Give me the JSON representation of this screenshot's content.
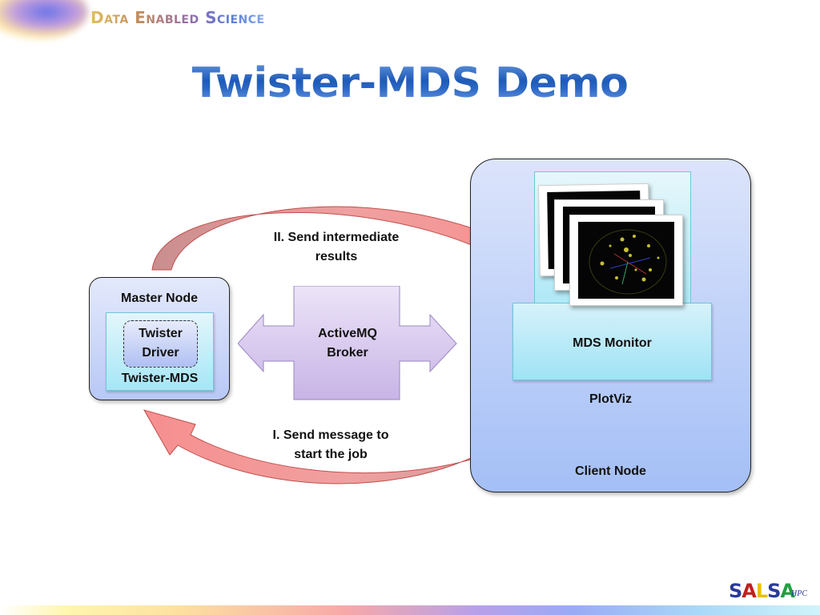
{
  "header": {
    "brand": "Data Enabled Science",
    "title": "Twister-MDS Demo"
  },
  "diagram": {
    "master_node": {
      "title": "Master Node",
      "inner_box": "Twister-MDS",
      "driver": [
        "Twister",
        "Driver"
      ]
    },
    "broker": {
      "label": [
        "ActiveMQ",
        "Broker"
      ]
    },
    "client_node": {
      "title": "Client Node",
      "plotviz": "PlotViz",
      "monitor": "MDS Monitor",
      "plot_frames": 3
    },
    "flows": [
      {
        "step": "I",
        "label": [
          "I. Send message to",
          "start the job"
        ],
        "from": "Client Node",
        "to": "Master Node"
      },
      {
        "step": "II",
        "label": [
          "II. Send intermediate",
          "results"
        ],
        "from": "Master Node",
        "to": "Client Node"
      }
    ],
    "colors": {
      "arrow_fill": "#f59a9a",
      "arrow_stroke": "#c0504d",
      "broker_fill": "#d8c8f0",
      "node_fill": "#b8c8f6",
      "panel_fill": "#a6e6f6"
    }
  },
  "footer": {
    "logo_main": "SALSA",
    "logo_sub": "HPC"
  }
}
